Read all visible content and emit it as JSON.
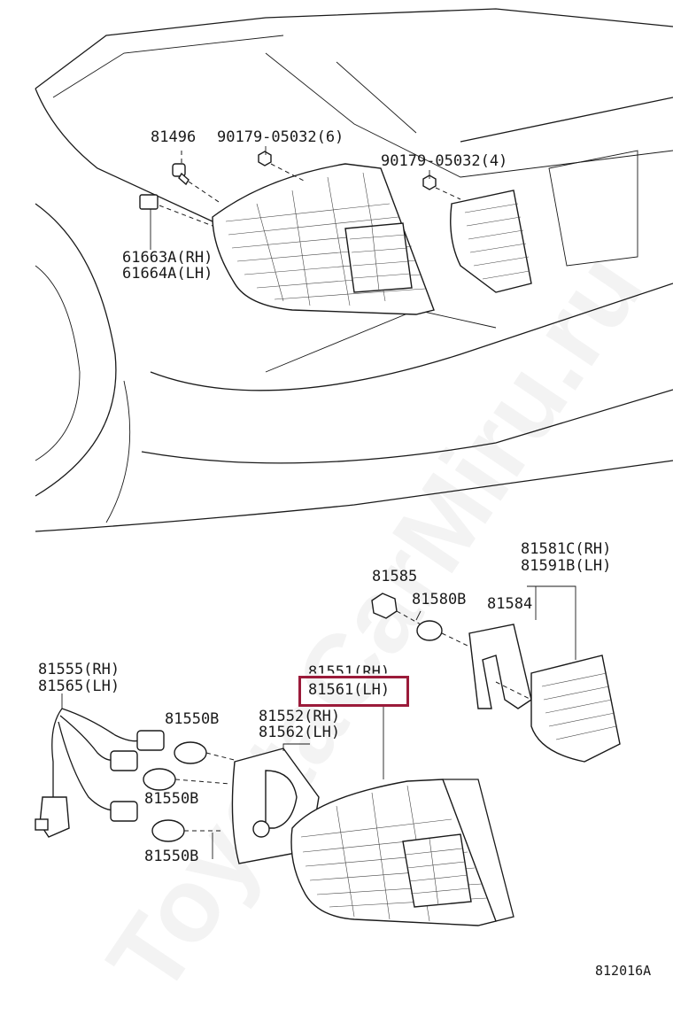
{
  "watermark": "ToyotaCarMiru.ru",
  "labels": {
    "p81496": "81496",
    "p90179_6": "90179-05032(6)",
    "p90179_4": "90179-05032(4)",
    "p61663a": "61663A(RH)",
    "p61664a": "61664A(LH)",
    "p81585": "81585",
    "p81580b": "81580B",
    "p81584": "81584",
    "p81581c": "81581C(RH)",
    "p81591b": "81591B(LH)",
    "p81555": "81555(RH)",
    "p81565": "81565(LH)",
    "p81551": "81551(RH)",
    "p81561": "81561(LH)",
    "p81552": "81552(RH)",
    "p81562": "81562(LH)",
    "p81550b_1": "81550B",
    "p81550b_2": "81550B",
    "p81550b_3": "81550B",
    "diagram_code": "812016A"
  },
  "highlight": {
    "part": "81561(LH)",
    "color": "#9b1b3a"
  }
}
